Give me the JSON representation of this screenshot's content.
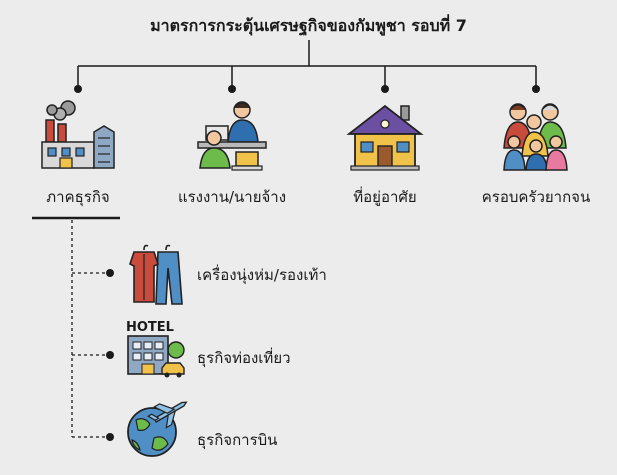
{
  "title": "มาตรการกระตุ้นเศรษฐกิจของกัมพูชา รอบที่ 7",
  "categories": [
    {
      "label": "ภาคธุรกิจ",
      "icon": "factory-icon"
    },
    {
      "label": "แรงงาน/นายจ้าง",
      "icon": "office-workers-icon"
    },
    {
      "label": "ที่อยู่อาศัย",
      "icon": "house-icon"
    },
    {
      "label": "ครอบครัวยากจน",
      "icon": "family-icon"
    }
  ],
  "business_sectors": [
    {
      "label": "เครื่องนุ่งห่ม/รองเท้า",
      "icon": "clothing-icon"
    },
    {
      "label": "ธุรกิจท่องเที่ยว",
      "icon": "hotel-icon"
    },
    {
      "label": "ธุรกิจการบิน",
      "icon": "globe-airplane-icon"
    }
  ],
  "hotel_sign": "HOTEL",
  "colors": {
    "background": "#ececec",
    "line": "#1a1a1a",
    "outline": "#222222"
  }
}
